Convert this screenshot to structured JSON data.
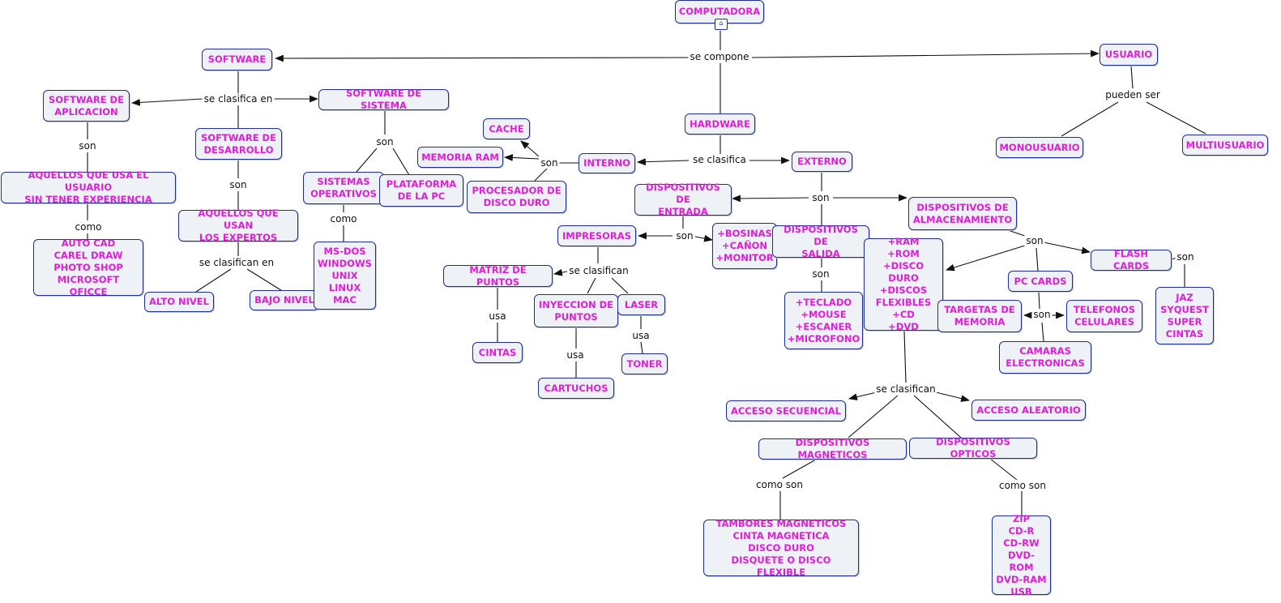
{
  "nodes": {
    "computadora": "COMPUTADORA",
    "software": "SOFTWARE",
    "usuario": "USUARIO",
    "hardware": "HARDWARE",
    "software_aplicacion": "SOFTWARE DE\nAPLICACION",
    "software_sistema": "SOFTWARE DE SISTEMA",
    "software_desarrollo": "SOFTWARE DE\nDESARROLLO",
    "aquellos_usuario": "AQUELLOS QUE USA EL USUARIO\nSIN TENER EXPERIENCIA",
    "aquellos_expertos": "AQUELLOS QUE USAN\nLOS EXPERTOS",
    "apps_list": "AUTO CAD\nCAREL DRAW\nPHOTO SHOP\nMICROSOFT OFICCE",
    "alto_nivel": "ALTO NIVEL",
    "bajo_nivel": "BAJO NIVEL",
    "sistemas_operativos": "SISTEMAS\nOPERATIVOS",
    "plataforma_pc": "PLATAFORMA\nDE LA PC",
    "os_list": "MS-DOS\nWINDOWS\nUNIX\nLINUX\nMAC",
    "cache": "CACHE",
    "memoria_ram": "MEMORIA RAM",
    "interno": "INTERNO",
    "procesador": "PROCESADOR DE\nDISCO  DURO",
    "externo": "EXTERNO",
    "disp_entrada": "DISPOSITIVOS DE\nENTRADA",
    "disp_almacenamiento": "DISPOSITIVOS DE\nALMACENAMIENTO",
    "impresoras": "IMPRESORAS",
    "bosinas": "+BOSINAS\n+CAÑON\n+MONITOR",
    "disp_salida": "DISPOSITIVOS DE\nSALIDA",
    "ram_list": "+RAM\n+ROM\n+DISCO DURO\n+DISCOS\nFLEXIBLES\n+CD\n+DVD",
    "teclado_list": "+TECLADO\n+MOUSE\n+ESCANER\n+MICROFONO",
    "matriz_puntos": "MATRIZ DE PUNTOS",
    "inyeccion": "INYECCION DE\nPUNTOS",
    "laser": "LASER",
    "cintas": "CINTAS",
    "cartuchos": "CARTUCHOS",
    "toner": "TONER",
    "monousuario": "MONOUSUARIO",
    "multiusuario": "MULTIUSUARIO",
    "flash_cards": "FLASH CARDS",
    "pc_cards": "PC CARDS",
    "tarjetas_memoria": "TARGETAS DE\nMEMORIA",
    "telefonos": "TELEFONOS\nCELULARES",
    "camaras": "CAMARAS\nELECTRONICAS",
    "jaz_list": "JAZ\nSYQUEST\nSUPER\nCINTAS",
    "acceso_secuencial": "ACCESO SECUENCIAL",
    "acceso_aleatorio": "ACCESO ALEATORIO",
    "disp_magneticos": "DISPOSITIVOS MAGNETICOS",
    "disp_opticos": "DISPOSITIVOS OPTICOS",
    "magneticos_list": "TAMBORES MAGNETICOS\nCINTA MAGNETICA\nDISCO DURO\nDISQUETE O DISCO FLEXIBLE",
    "opticos_list": "ZIP\nCD-R\nCD-RW\nDVD-ROM\nDVD-RAM\nUSB"
  },
  "links": {
    "se_compone": "se compone",
    "se_clasifica_en": "se clasifica en",
    "son_1": "son",
    "son_2": "son",
    "como_1": "como",
    "se_clasifican_en": "se clasifican en",
    "son_so": "son",
    "como_so": "como",
    "son_interno": "son",
    "se_clasifica": "se clasifica",
    "son_externo": "son",
    "son_entrada": "son",
    "son_salida": "son",
    "se_clasifican_imp": "se clasifican",
    "usa_1": "usa",
    "usa_2": "usa",
    "usa_3": "usa",
    "pueden_ser": "pueden ser",
    "son_alm": "son",
    "son_flash": "son",
    "son_tarjetas": "son",
    "se_clasifican_alm": "se clasifican",
    "como_son_1": "como son",
    "como_son_2": "como son"
  },
  "colors": {
    "node_text": "#e01ed8",
    "node_border": "#1f2f8f",
    "node_fill": "#eef2f6",
    "line": "#111111"
  },
  "icons": {
    "root_icon": "hierarchy-icon"
  }
}
